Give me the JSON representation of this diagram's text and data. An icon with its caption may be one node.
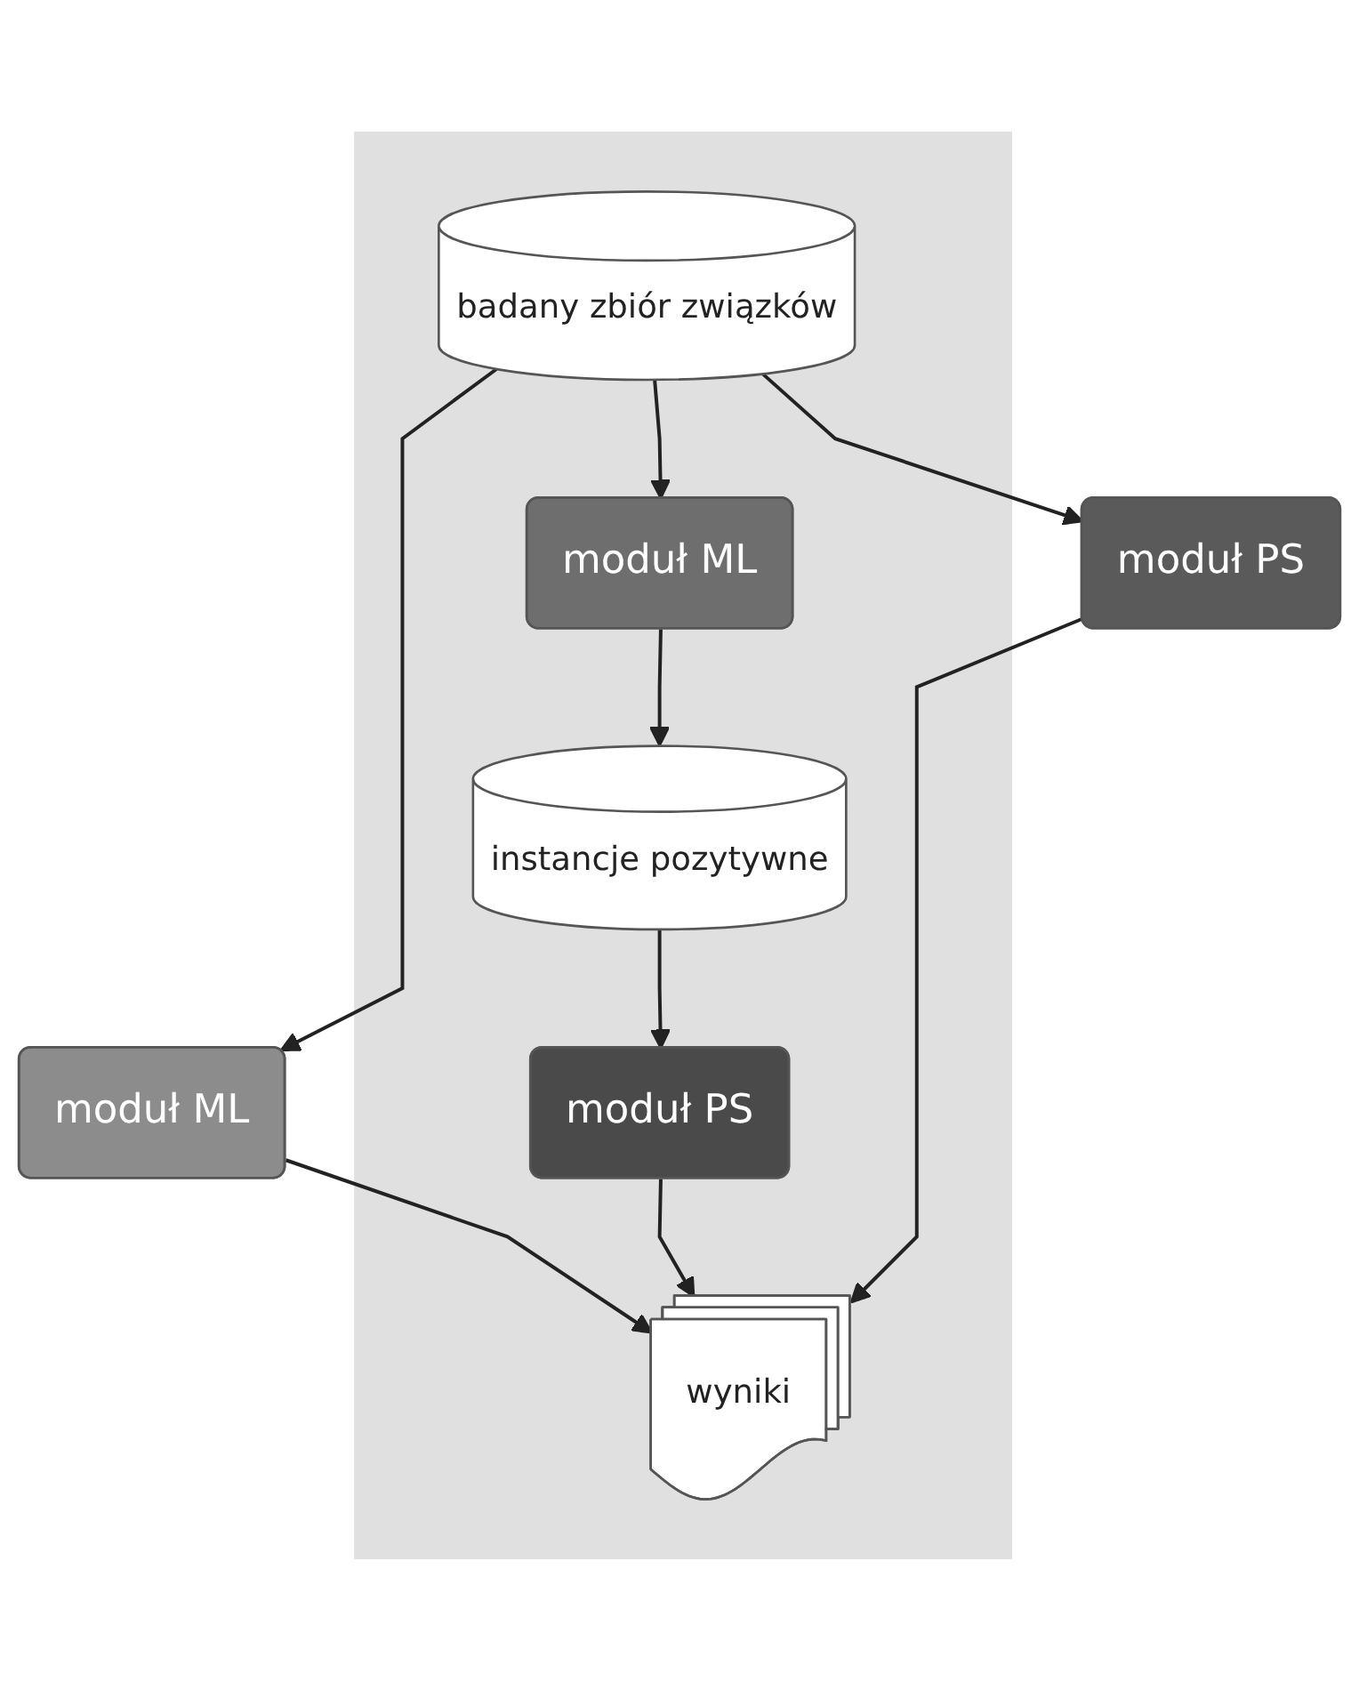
{
  "diagram": {
    "nodes": [
      {
        "text": [],
        "shape": "band"
      },
      {
        "text": [
          "badany zbiór związków"
        ],
        "in": 0
      },
      {
        "text": [
          "moduł ML"
        ],
        "in": 0
      },
      {
        "text": [
          "moduł PS"
        ]
      },
      {
        "text": [
          "instancje pozytywne"
        ],
        "in": 0
      },
      {
        "text": [
          "moduł ML"
        ]
      },
      {
        "text": [
          "moduł PS"
        ],
        "in": 0
      },
      {
        "text": [
          "wyniki"
        ],
        "in": 0
      }
    ],
    "edges": [
      {
        "from": 1,
        "to": 5,
        "arrow": "to"
      },
      {
        "from": 1,
        "to": 2,
        "arrow": "to"
      },
      {
        "from": 1,
        "to": 3,
        "arrow": "to"
      },
      {
        "from": 2,
        "to": 4,
        "arrow": "to"
      },
      {
        "from": 4,
        "to": 6,
        "arrow": "to"
      },
      {
        "from": 6,
        "to": 7,
        "arrow": "to"
      },
      {
        "from": 5,
        "to": 7,
        "arrow": "to"
      },
      {
        "from": 3,
        "to": 7,
        "arrow": "to"
      }
    ]
  }
}
